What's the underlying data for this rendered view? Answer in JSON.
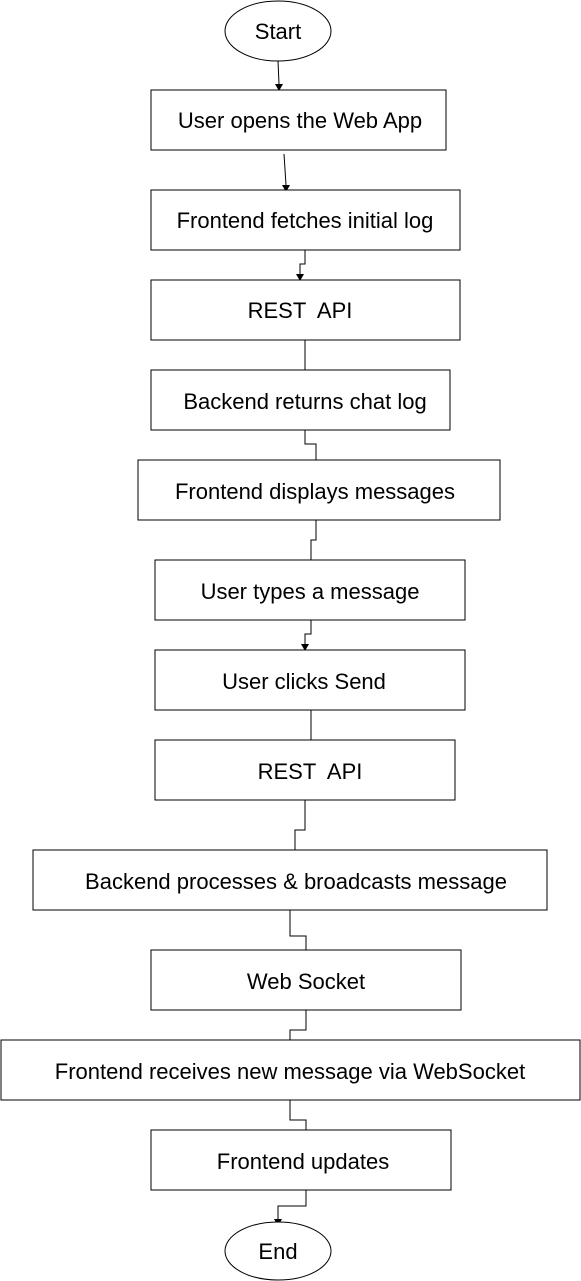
{
  "flowchart": {
    "nodes": [
      {
        "id": "start",
        "shape": "ellipse",
        "label": "Start"
      },
      {
        "id": "open-app",
        "shape": "rect",
        "label": "User opens the Web App"
      },
      {
        "id": "fetch-log",
        "shape": "rect",
        "label": "Frontend fetches initial log"
      },
      {
        "id": "rest-api-1",
        "shape": "rect",
        "label": "REST  API"
      },
      {
        "id": "return-log",
        "shape": "rect",
        "label": "Backend returns chat log"
      },
      {
        "id": "display-messages",
        "shape": "rect",
        "label": "Frontend displays messages"
      },
      {
        "id": "type-message",
        "shape": "rect",
        "label": "User types a message"
      },
      {
        "id": "click-send",
        "shape": "rect",
        "label": "User clicks Send"
      },
      {
        "id": "rest-api-2",
        "shape": "rect",
        "label": "REST  API"
      },
      {
        "id": "broadcast",
        "shape": "rect",
        "label": "Backend processes & broadcasts message"
      },
      {
        "id": "web-socket",
        "shape": "rect",
        "label": "Web Socket"
      },
      {
        "id": "receive-message",
        "shape": "rect",
        "label": "Frontend receives new message via WebSocket"
      },
      {
        "id": "updates",
        "shape": "rect",
        "label": "Frontend updates"
      },
      {
        "id": "end",
        "shape": "ellipse",
        "label": "End"
      }
    ],
    "edges": [
      {
        "from": "start",
        "to": "open-app",
        "arrow": true
      },
      {
        "from": "open-app",
        "to": "fetch-log",
        "arrow": true
      },
      {
        "from": "fetch-log",
        "to": "rest-api-1",
        "arrow": true
      },
      {
        "from": "rest-api-1",
        "to": "return-log",
        "arrow": false
      },
      {
        "from": "return-log",
        "to": "display-messages",
        "arrow": false
      },
      {
        "from": "display-messages",
        "to": "type-message",
        "arrow": true
      },
      {
        "from": "type-message",
        "to": "click-send",
        "arrow": true
      },
      {
        "from": "click-send",
        "to": "rest-api-2",
        "arrow": false
      },
      {
        "from": "rest-api-2",
        "to": "broadcast",
        "arrow": false
      },
      {
        "from": "broadcast",
        "to": "web-socket",
        "arrow": false
      },
      {
        "from": "web-socket",
        "to": "receive-message",
        "arrow": false
      },
      {
        "from": "receive-message",
        "to": "updates",
        "arrow": false
      },
      {
        "from": "updates",
        "to": "end",
        "arrow": true
      }
    ]
  }
}
